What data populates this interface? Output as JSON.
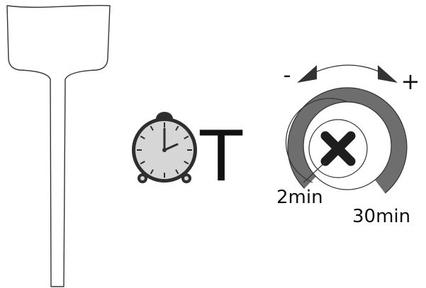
{
  "colors": {
    "outline": "#333333",
    "dial_dark": "#6e6e6e",
    "clock_face": "#d6d6d6",
    "clock_dark": "#2e2e2e",
    "background": "#ffffff"
  },
  "icons": {
    "tool": "spatula-icon",
    "timer": "alarm-clock-icon",
    "knob": "rotary-knob-icon",
    "knob_center": "cross-icon"
  },
  "time_symbol": "T",
  "dial": {
    "minus_label": "-",
    "plus_label": "+",
    "min_label": "2min",
    "max_label": "30min"
  }
}
